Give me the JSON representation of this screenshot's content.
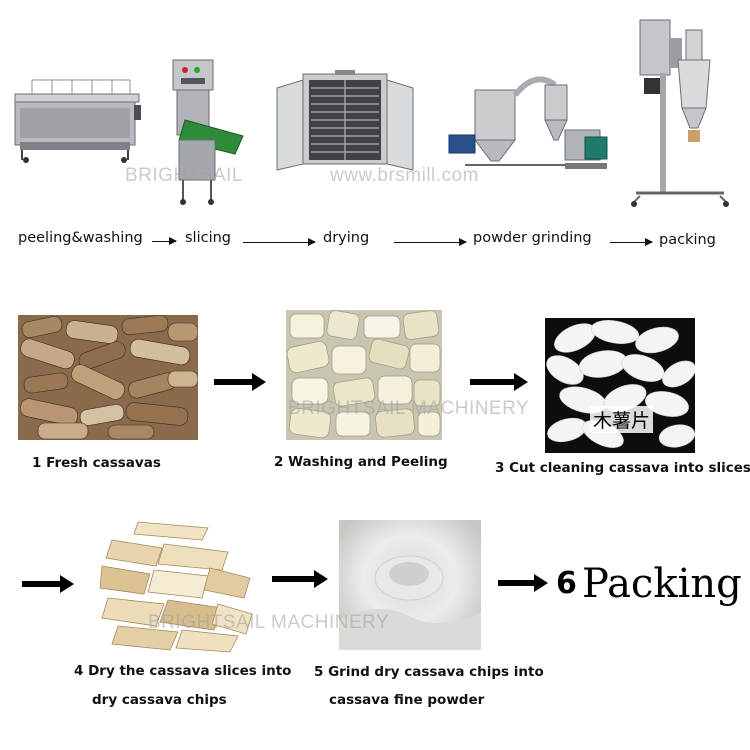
{
  "process_flow": {
    "stages": [
      {
        "label": "peeling&washing",
        "icon": "washing-peeling-machine-icon"
      },
      {
        "label": "slicing",
        "icon": "slicing-machine-icon"
      },
      {
        "label": "drying",
        "icon": "drying-oven-icon"
      },
      {
        "label": "powder grinding",
        "icon": "powder-grinding-mill-icon"
      },
      {
        "label": "packing",
        "icon": "powder-packing-machine-icon"
      }
    ]
  },
  "watermarks": {
    "brand_top": "BRIGHTSAIL",
    "website": "www.brsmill.com",
    "brand_middle": "BRIGHTSAIL MACHINERY",
    "brand_bottom": "BRIGHTSAIL MACHINERY"
  },
  "steps": [
    {
      "line1": "1  Fresh cassavas",
      "line2": ""
    },
    {
      "line1": "2  Washing and Peeling",
      "line2": ""
    },
    {
      "line1": "3  Cut cleaning cassava into slices",
      "line2": ""
    },
    {
      "line1": "4  Dry the cassava slices into",
      "line2": "dry cassava chips"
    },
    {
      "line1": "5  Grind dry cassava chips into",
      "line2": "cassava fine powder"
    }
  ],
  "photo_caption": "木薯片",
  "final_step": {
    "number": "6",
    "label": "Packing"
  },
  "colors": {
    "arrow": "#000000",
    "text": "#111111",
    "slicer_belt": "#2e8b3a"
  }
}
